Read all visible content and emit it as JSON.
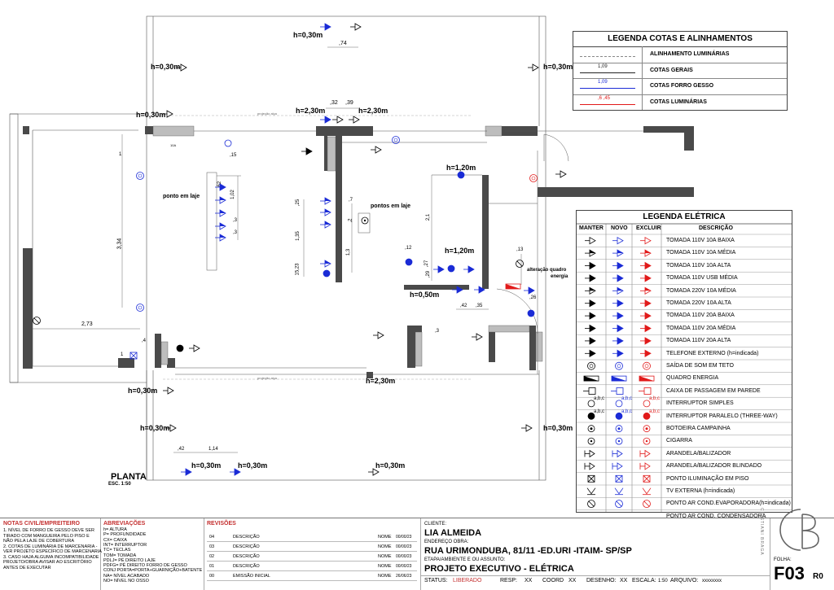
{
  "plan": {
    "title": "PLANTA",
    "scale": "ESC. 1:50",
    "dims": {
      "h030_top": "h=0,30m",
      "d74": ",74",
      "h030_l1": "h=0,30m",
      "h030_r1": "h=0,30m",
      "h030_l2": "h=0,30m",
      "h230_a": "h=2,30m",
      "h230_b": "h=2,30m",
      "d32": ",32",
      "d39": ",39",
      "projecao1": "projeção alça",
      "projecao2": "projeção alça",
      "d15": ",15",
      "d1": "1",
      "d10a": "10A",
      "ponto_laje1": "ponto em laje",
      "ponto_laje2": "pontos em laje",
      "d62": ",62",
      "d102": "1,02",
      "d3a": ",3",
      "d3b": ",3",
      "d334": "3,34",
      "d273": "2,73",
      "d25": ",25",
      "d7": ",7",
      "d135": "1,35",
      "d2a": ",2",
      "d13": "1,3",
      "d1523": "15,23",
      "h120_a": "h=1,20m",
      "h120_b": "h=1,20m",
      "d21": "2,1",
      "d12": ",12",
      "d27": ",27",
      "d29": ",29",
      "d13b": ",13",
      "alteracao": "alteração quadro",
      "energia": "energia",
      "h050": "h=0,50m",
      "d26": ",26",
      "d42": ",42",
      "d35": ",35",
      "d4": ",4",
      "d1b": "1",
      "d3c": ",3",
      "h230_c": "h=2,30m",
      "h030_l3": "h=0,30m",
      "h030_l4": "h=0,30m",
      "h030_r2": "h=0,30m",
      "d42b": ",42",
      "d114": "1,14",
      "h030_b1": "h=0,30m",
      "h030_b2": "h=0,30m",
      "h030_b3": "h=0,30m"
    }
  },
  "legend_cotas": {
    "title": "LEGENDA COTAS E ALINHAMENTOS",
    "rows": [
      {
        "sample": "",
        "label": "ALINHAMENTO LUMINÁRIAS"
      },
      {
        "sample": "1,09",
        "label": "COTAS GERAIS"
      },
      {
        "sample": "1,09",
        "label": "COTAS FORRO GESSO"
      },
      {
        "sample": ",6     ,45",
        "label": "COTAS LUMINÁRIAS"
      }
    ]
  },
  "legend_eletrica": {
    "title": "LEGENDA ELÉTRICA",
    "headers": [
      "MANTER",
      "NOVO",
      "EXCLUIR",
      "DESCRIÇÃO"
    ],
    "rows": [
      {
        "desc": "TOMADA 110V 10A BAIXA",
        "sym": "tri-open"
      },
      {
        "desc": "TOMADA 110V 10A MÉDIA",
        "sym": "tri-half"
      },
      {
        "desc": "TOMADA 110V 10A ALTA",
        "sym": "tri-full"
      },
      {
        "desc": "TOMADA 110V USB MÉDIA",
        "sym": "tri-full"
      },
      {
        "desc": "TOMADA 220V 10A MÉDIA",
        "sym": "tri-half"
      },
      {
        "desc": "TOMADA 220V 10A ALTA",
        "sym": "tri-full"
      },
      {
        "desc": "TOMADA 110V 20A BAIXA",
        "sym": "tri-full"
      },
      {
        "desc": "TOMADA 110V 20A MÉDIA",
        "sym": "tri-full"
      },
      {
        "desc": "TOMADA 110V 20A ALTA",
        "sym": "tri-full"
      },
      {
        "desc": "TELEFONE EXTERNO (h=indicada)",
        "sym": "tri-solid"
      },
      {
        "desc": "SAÍDA DE SOM EM TETO",
        "sym": "circle-s"
      },
      {
        "desc": "QUADRO ENERGIA",
        "sym": "quadro"
      },
      {
        "desc": "CAIXA DE PASSAGEM EM PAREDE",
        "sym": "caixa"
      },
      {
        "desc": "INTERRUPTOR SIMPLES",
        "sym": "int-open"
      },
      {
        "desc": "INTERRUPTOR PARALELO (THREE-WAY)",
        "sym": "int-full"
      },
      {
        "desc": "BOTOEIRA CAMPAINHA",
        "sym": "botoeira"
      },
      {
        "desc": "CIGARRA",
        "sym": "cigarra"
      },
      {
        "desc": "ARANDELA/BALIZADOR",
        "sym": "arandela"
      },
      {
        "desc": "ARANDELA/BALIZADOR BLINDADO",
        "sym": "arandela-b"
      },
      {
        "desc": "PONTO ILUMINAÇÃO EM PISO",
        "sym": "piso"
      },
      {
        "desc": "TV EXTERNA (h=indicada)",
        "sym": "tv"
      },
      {
        "desc": "PONTO AR COND.EVAPORADORA(h=indicada)",
        "sym": "ar"
      },
      {
        "desc": "PONTO AR COND. CONDENSADORA",
        "sym": "cond"
      }
    ],
    "abc": "a,b,c"
  },
  "colors": {
    "manter": "#000000",
    "novo": "#1a2bd6",
    "excluir": "#e11a1a",
    "wall": "#4a4a4a",
    "accent_red": "#c43030"
  },
  "titleblock": {
    "notas_title": "NOTAS CIVIL/EMPREITEIRO",
    "notas": [
      "1. NÍVEL DE FORRO DE GESSO DEVE SER",
      "TIRADO COM MANGUEIRA PELO PISO E",
      "NÃO PELA LAJE DE COBERTURA",
      "2. COTAS DE LUMINÁRIA DE MARCENARIA -",
      "VER PROJETO ESPECÍFICO DE MARCENARIA",
      "3. CASO HAJA ALGUMA INCOMPATIBILIDADE",
      "PROJETO/OBRA AVISAR AO ESCRITÓRIO",
      "ANTES DE EXECUTAR"
    ],
    "abrev_title": "ABREVIAÇÕES",
    "abrev": [
      "h= ALTURA",
      "P= PROFUNDIDADE",
      "CX= CAIXA",
      "INT= INTERRUPTOR",
      "TC= TECLAS",
      "TOM= TOMADA",
      "PDLJ= PÉ DIREITO LAJE",
      "PDFG= PÉ DIREITO FORRO DE GESSO",
      "CONJ PORTA=PORTA+GUARNIÇÃO+BATENTE",
      "NA= NÍVEL ACABADO",
      "NO= NÍVEL NO OSSO"
    ],
    "revisoes_title": "REVISÕES",
    "revisoes": [
      {
        "n": "04",
        "desc": "DESCRIÇÃO",
        "nome": "NOME",
        "data": "00/00/23"
      },
      {
        "n": "03",
        "desc": "DESCRIÇÃO",
        "nome": "NOME",
        "data": "00/00/23"
      },
      {
        "n": "02",
        "desc": "DESCRIÇÃO",
        "nome": "NOME",
        "data": "00/00/23"
      },
      {
        "n": "01",
        "desc": "DESCRIÇÃO",
        "nome": "NOME",
        "data": "00/00/23"
      },
      {
        "n": "00",
        "desc": "EMISSÃO INICIAL",
        "nome": "NOME",
        "data": "26/06/23"
      }
    ],
    "cliente_label": "CLIENTE:",
    "cliente": "LIA ALMEIDA",
    "endereco_label": "ENDEREÇO OBRA:",
    "endereco": "RUA URIMONDUBA, 81/11 -ED.URI -ITAIM- SP/SP",
    "etapa_label": "ETAPA/AMBIENTE E OU ASSUNTO:",
    "etapa": "PROJETO EXECUTIVO - ELÉTRICA",
    "status_label": "STATUS:",
    "status": "LIBERADO",
    "resp_label": "RESP:",
    "resp": "XX",
    "coord_label": "COORD",
    "coord": "XX",
    "desenho_label": "DESENHO:",
    "desenho": "XX",
    "escala_label": "ESCALA:",
    "escala": "1:50",
    "arquivo_label": "ARQUIVO:",
    "arquivo": "xxxxxxxx",
    "folha_label": "FOLHA:",
    "folha": "F03",
    "rev": "R0",
    "logo_text": "CRISTIANI BRAGA"
  }
}
